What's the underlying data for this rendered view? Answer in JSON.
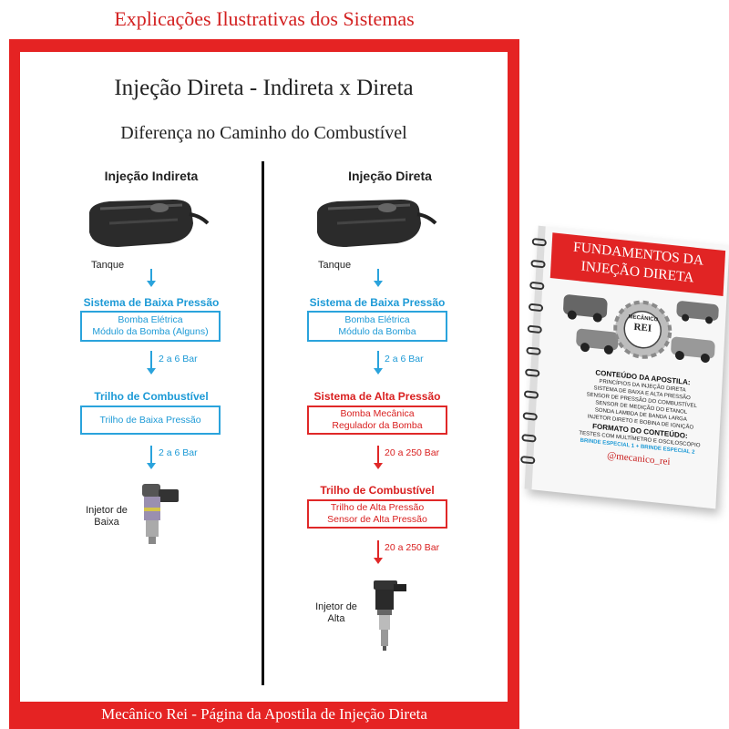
{
  "header": {
    "title": "Explicações Ilustrativas dos Sistemas"
  },
  "page": {
    "title": "Injeção Direta - Indireta x Direta",
    "subtitle": "Diferença no Caminho do Combustível"
  },
  "indirect": {
    "title": "Injeção Indireta",
    "tank_label": "Tanque",
    "low_pressure_title": "Sistema de Baixa Pressão",
    "low_pressure_box": [
      "Bomba Elétrica",
      "Módulo da Bomba (Alguns)"
    ],
    "pressure_1": "2 a 6 Bar",
    "rail_title": "Trilho de Combustível",
    "rail_box": [
      "Trilho de Baixa Pressão"
    ],
    "pressure_2": "2 a 6 Bar",
    "injector_label": [
      "Injetor de",
      "Baixa"
    ]
  },
  "direct": {
    "title": "Injeção Direta",
    "tank_label": "Tanque",
    "low_pressure_title": "Sistema de Baixa Pressão",
    "low_pressure_box": [
      "Bomba Elétrica",
      "Módulo da Bomba"
    ],
    "pressure_1": "2 a 6 Bar",
    "high_pressure_title": "Sistema de Alta Pressão",
    "high_pressure_box": [
      "Bomba Mecânica",
      "Regulador da Bomba"
    ],
    "pressure_2": "20 a 250 Bar",
    "rail_title": "Trilho de Combustível",
    "rail_box": [
      "Trilho de Alta Pressão",
      "Sensor de Alta Pressão"
    ],
    "pressure_3": "20 a 250 Bar",
    "injector_label": [
      "Injetor de",
      "Alta"
    ]
  },
  "footer": {
    "text": "Mecânico Rei - Página da Apostila de Injeção Direta"
  },
  "book": {
    "title": [
      "FUNDAMENTOS DA",
      "INJEÇÃO DIRETA"
    ],
    "logo_text": [
      "MECÂNICO",
      "REI"
    ],
    "content_heading": "CONTEÚDO DA APOSTILA:",
    "content_items": [
      "PRINCÍPIOS DA INJEÇÃO DIRETA",
      "SISTEMA DE BAIXA E ALTA PRESSÃO",
      "SENSOR DE PRESSÃO DO COMBUSTÍVEL",
      "SENSOR DE MEDIÇÃO DO ETANOL",
      "SONDA LAMBDA DE BANDA LARGA",
      "INJETOR DIRETO E BOBINA DE IGNIÇÃO"
    ],
    "format_heading": "FORMATO DO CONTEÚDO:",
    "format_items": [
      "TESTES COM MULTÍMETRO E OSCILOSCÓPIO"
    ],
    "bonus": "BRINDE ESPECIAL 1 + BRINDE ESPECIAL 2",
    "handle": "@mecanico_rei"
  },
  "colors": {
    "brand_red": "#e52323",
    "accent_blue": "#2aa3dc"
  }
}
